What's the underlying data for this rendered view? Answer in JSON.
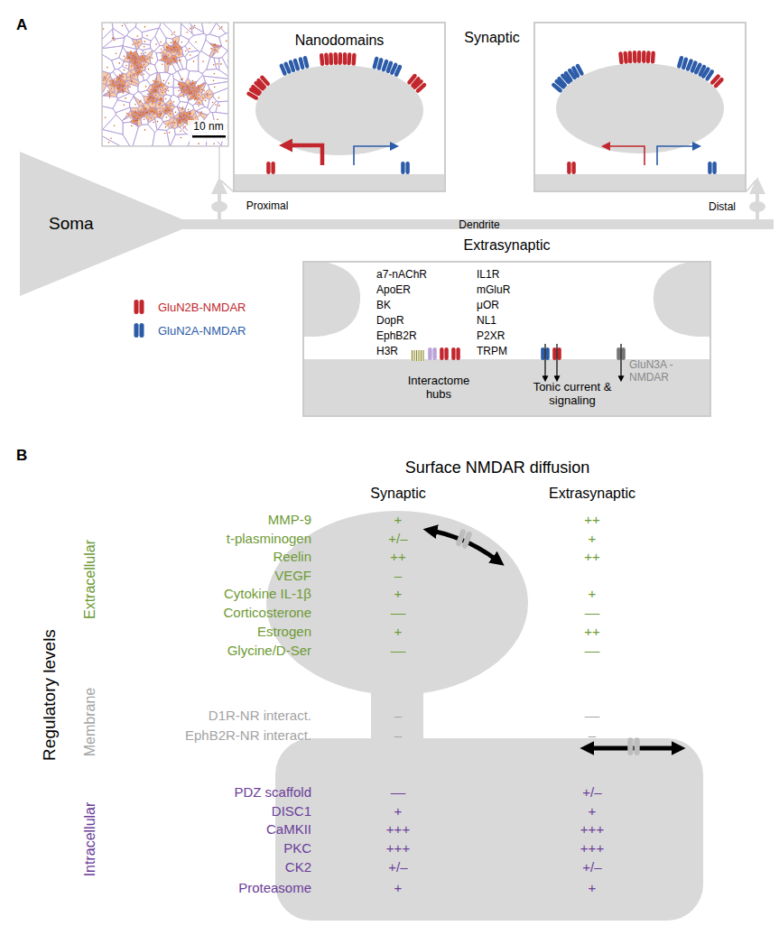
{
  "diagram": {
    "nodes": [
      {
        "text": [
          "Nanodomains"
        ]
      },
      {
        "text": [
          "Soma"
        ]
      },
      {
        "text": [
          "Dendrite"
        ]
      },
      {
        "text": [
          "Extrasynaptic"
        ]
      }
    ],
    "labels": [
      "A",
      "10 nm",
      "Synaptic",
      "Proximal",
      "Distal",
      "a7-nAChR",
      "ApoER",
      "BK",
      "DopR",
      "EphB2R",
      "H3R",
      "IL1R",
      "mGluR",
      "μOR",
      "NL1",
      "P2XR",
      "TRPM",
      "Interactome hubs",
      "Tonic current & signaling",
      "GluN3A -NMDAR",
      "B",
      "Surface NMDAR diffusion",
      "Synaptic",
      "Extrasynaptic",
      "Regulatory levels",
      "Extracellular",
      "Membrane",
      "Intracellular",
      "MMP-9",
      "+",
      "++",
      "t-plasminogen",
      "+/–",
      "+",
      "Reelin",
      "++",
      "++",
      "VEGF",
      "–",
      "Cytokine IL-1β",
      "+",
      "+",
      "Corticosterone",
      "––",
      "––",
      "Estrogen",
      "+",
      "++",
      "Glycine/D-Ser",
      "––",
      "––",
      "D1R-NR interact.",
      "–",
      "––",
      "EphB2R-NR interact.",
      "–",
      "–",
      "PDZ scaffold",
      "––",
      "+/–",
      "DISC1",
      "+",
      "+",
      "CaMKII",
      "+++",
      "+++",
      "PKC",
      "+++",
      "+++",
      "CK2",
      "+/–",
      "+/–",
      "Proteasome",
      "+",
      "+"
    ],
    "legend": [
      {
        "text": "GluN2B-NMDAR",
        "color": "#c1272d"
      },
      {
        "text": "GluN2A-NMDAR",
        "color": "#2c5ba8"
      }
    ]
  }
}
